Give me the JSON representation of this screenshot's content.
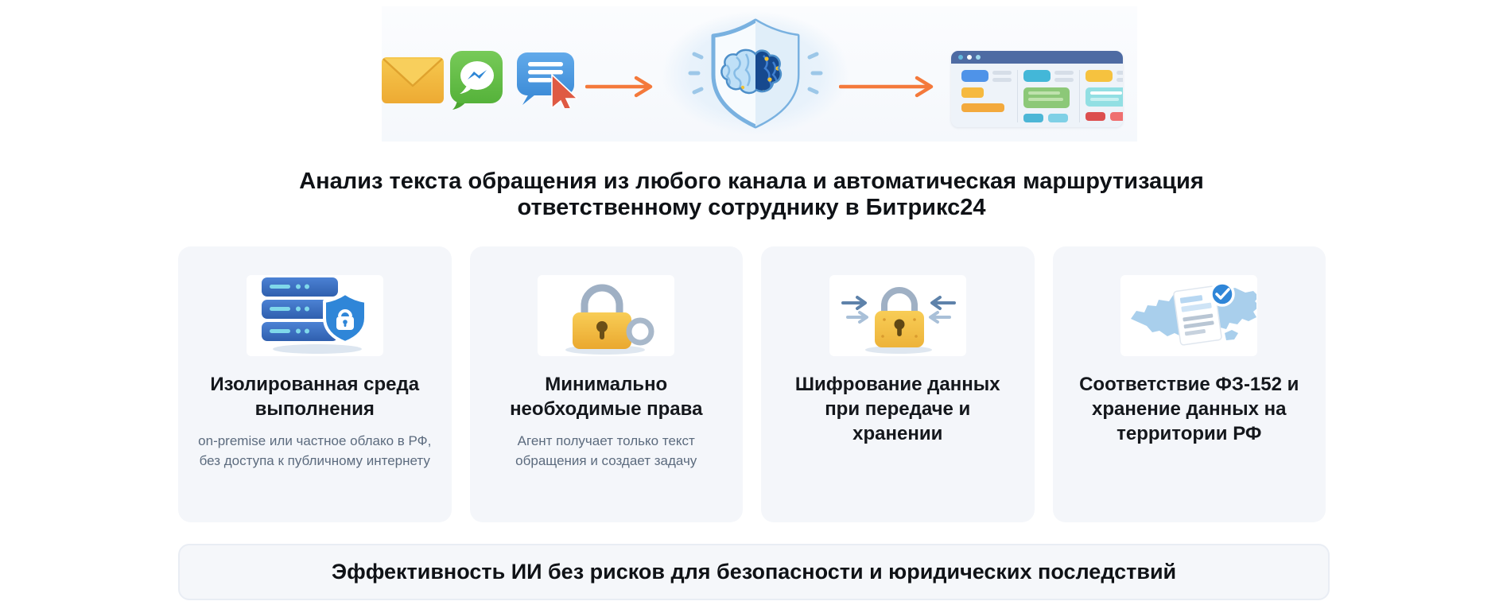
{
  "hero": {
    "channel_icons": [
      "email-icon",
      "messenger-icon",
      "chat-bubble-icon"
    ],
    "center_icon": "shield-brain-icon",
    "result_icon": "bitrix24-dashboard-icon",
    "arrow_color": "#F4793B"
  },
  "heading": {
    "line1": "Анализ текста обращения из любого канала и автоматическая маршрутизация",
    "line2": "ответственному сотруднику в Битрикс24"
  },
  "cards": [
    {
      "icon": "server-shield-icon",
      "title": "Изолированная среда выполнения",
      "subtitle": "on-premise или частное облако в РФ, без доступа к публичному интернету"
    },
    {
      "icon": "padlock-key-icon",
      "title": "Минимально необходимые права",
      "subtitle": "Агент получает только текст обращения и создает задачу"
    },
    {
      "icon": "padlock-arrows-icon",
      "title": "Шифрование данных при передаче и хранении",
      "subtitle": ""
    },
    {
      "icon": "russia-map-check-icon",
      "title": "Соответствие ФЗ-152 и хранение данных на территории РФ",
      "subtitle": ""
    }
  ],
  "banner": {
    "text": "Эффективность ИИ без рисков для безопасности и юридических последствий"
  },
  "colors": {
    "card_background": "#F4F6FA",
    "banner_background": "#F5F7FA",
    "banner_border": "#E9EDF4",
    "accent_arrow": "#F4793B",
    "title_text": "#14171C",
    "subtitle_text": "#5C6B7E",
    "shield_blue": "#79B1E0",
    "lock_yellow": "#F2B73A",
    "server_blue": "#3A6FC2",
    "map_blue": "#A9CFEC"
  }
}
